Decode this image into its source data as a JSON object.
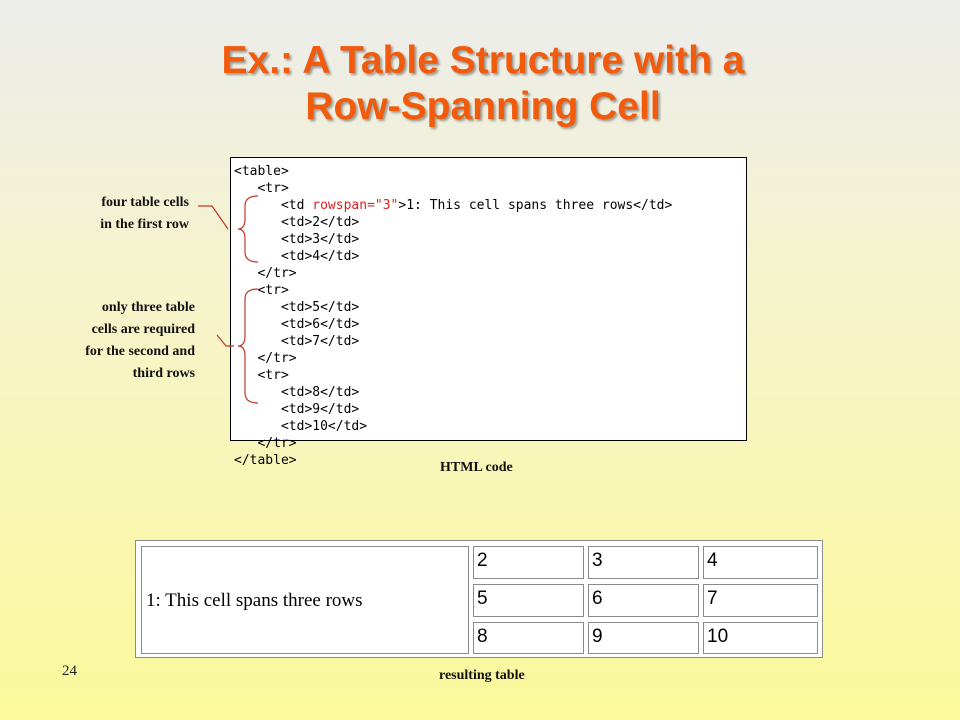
{
  "slide": {
    "title_line1": "Ex.: A Table Structure with a",
    "title_line2": "Row-Spanning Cell",
    "page_number": "24"
  },
  "code": {
    "lines": [
      {
        "text": "<table>"
      },
      {
        "text": "   <tr>"
      },
      {
        "pre": "      <td ",
        "red": "rowspan=\"3\"",
        "post": ">1: This cell spans three rows</td>"
      },
      {
        "text": "      <td>2</td>"
      },
      {
        "text": "      <td>3</td>"
      },
      {
        "text": "      <td>4</td>"
      },
      {
        "text": "   </tr>"
      },
      {
        "text": "   <tr>"
      },
      {
        "text": "      <td>5</td>"
      },
      {
        "text": "      <td>6</td>"
      },
      {
        "text": "      <td>7</td>"
      },
      {
        "text": "   </tr>"
      },
      {
        "text": "   <tr>"
      },
      {
        "text": "      <td>8</td>"
      },
      {
        "text": "      <td>9</td>"
      },
      {
        "text": "      <td>10</td>"
      },
      {
        "text": "   </tr>"
      },
      {
        "text": "</table>"
      }
    ],
    "highlight_color": "#e02020"
  },
  "annotations": {
    "first_row": [
      "four table cells",
      "in the first row"
    ],
    "other_rows": [
      "only three table",
      "cells are required",
      "for the second and",
      "third rows"
    ],
    "bracket_color": "#c0392b"
  },
  "captions": {
    "code": "HTML code",
    "result": "resulting table"
  },
  "result_table": {
    "spanning_cell": "1: This cell spans three rows",
    "rows": [
      [
        "2",
        "3",
        "4"
      ],
      [
        "5",
        "6",
        "7"
      ],
      [
        "8",
        "9",
        "10"
      ]
    ]
  }
}
